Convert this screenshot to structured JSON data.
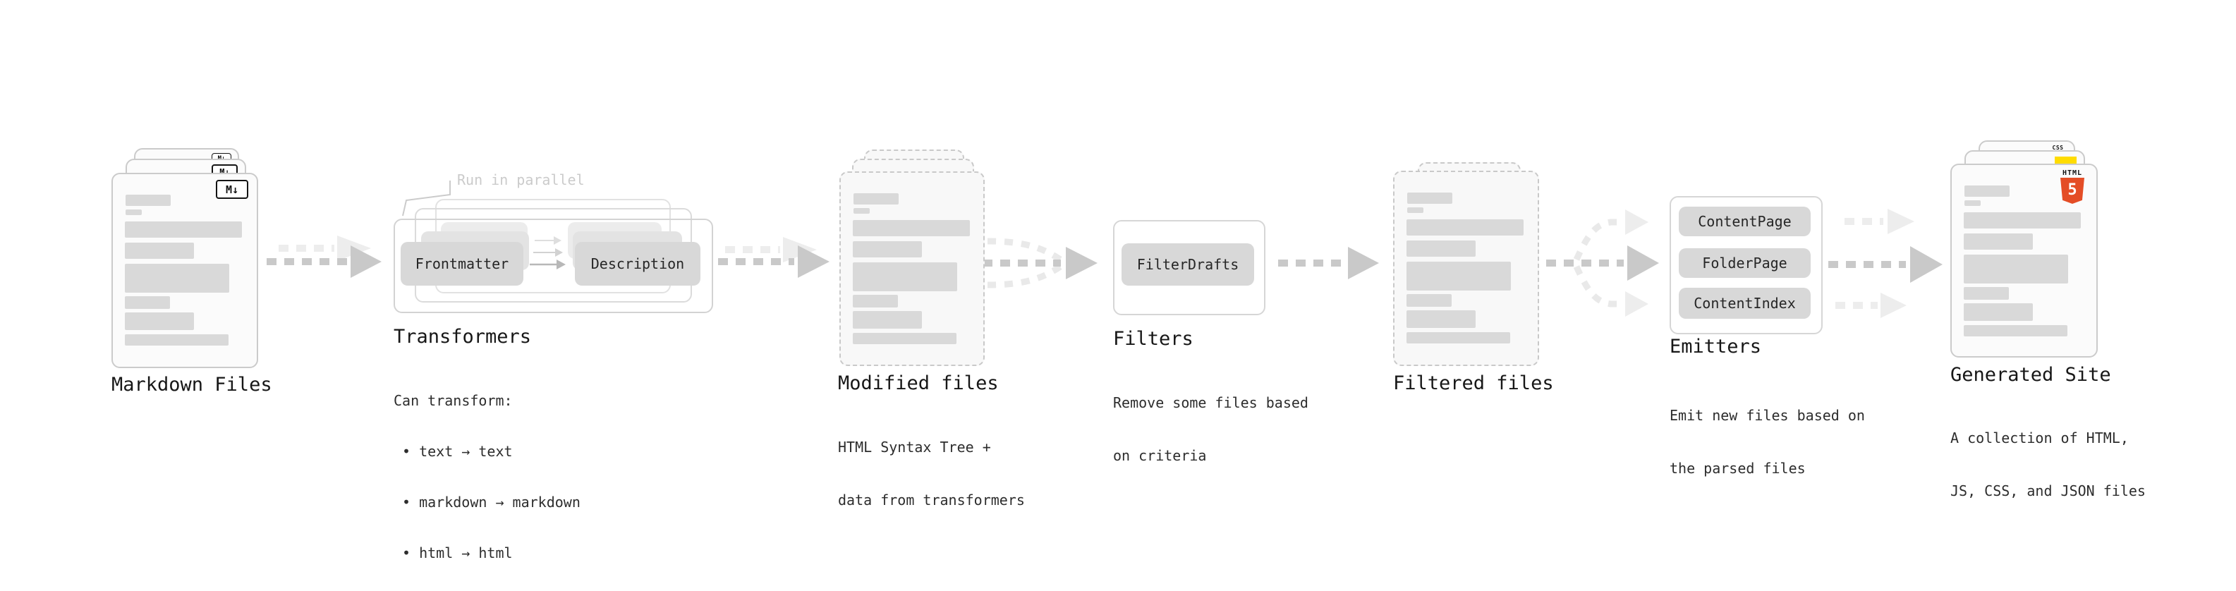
{
  "stages": {
    "markdown": {
      "title": "Markdown Files"
    },
    "transformers": {
      "title": "Transformers",
      "callout": "Run in parallel",
      "box_frontmatter": "Frontmatter",
      "box_description": "Description",
      "desc_heading": "Can transform:",
      "bullets": [
        "text → text",
        "markdown → markdown",
        "html → html"
      ]
    },
    "modified": {
      "title": "Modified files",
      "desc_line1": "HTML Syntax Tree +",
      "desc_line2": "data from transformers"
    },
    "filters": {
      "title": "Filters",
      "desc_line1": "Remove some files based",
      "desc_line2": "on criteria",
      "box_filterdrafts": "FilterDrafts"
    },
    "filtered": {
      "title": "Filtered files"
    },
    "emitters": {
      "title": "Emitters",
      "desc_line1": "Emit new files based on",
      "desc_line2": "the parsed files",
      "box1": "ContentPage",
      "box2": "FolderPage",
      "box3": "ContentIndex"
    },
    "generated": {
      "title": "Generated Site",
      "desc_line1": "A collection of HTML,",
      "desc_line2": "JS, CSS, and JSON files"
    }
  },
  "icons": {
    "markdown_label": "M↓",
    "html5_label": "HTML",
    "html5_number": "5",
    "css_label": "CSS"
  },
  "colors": {
    "html5_orange": "#E44D26",
    "js_yellow": "#FFDC00",
    "css_blue": "#2965F1"
  }
}
